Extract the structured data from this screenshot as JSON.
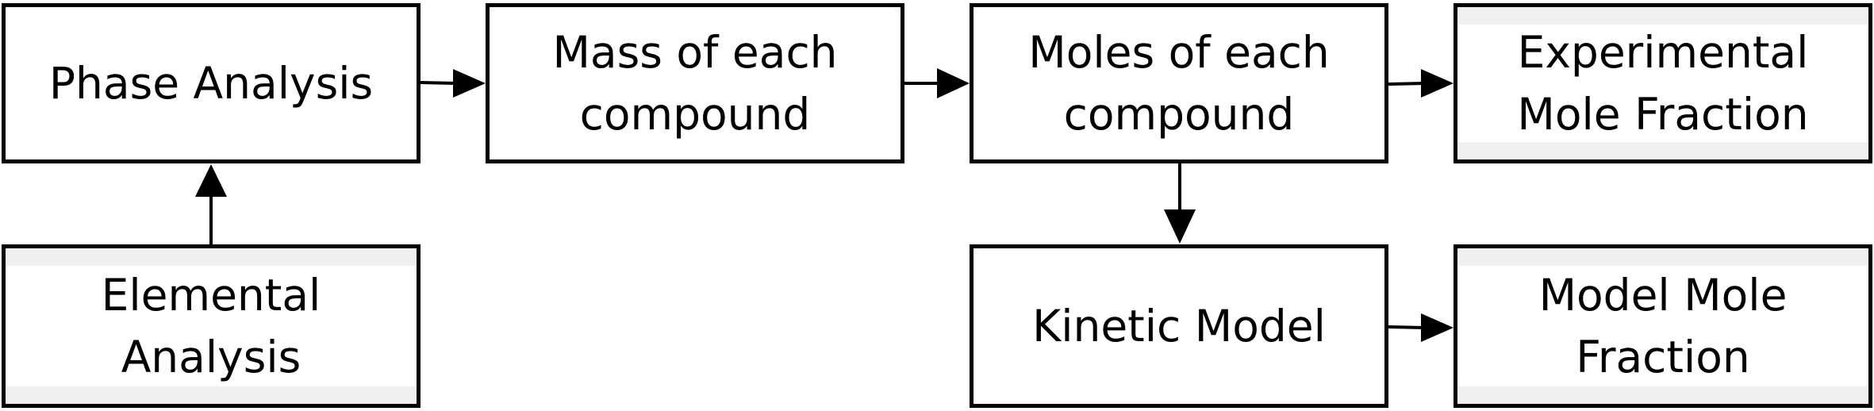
{
  "nodes": {
    "phase_analysis": {
      "lines": [
        "Phase Analysis"
      ]
    },
    "mass_each_compound": {
      "lines": [
        "Mass of each",
        "compound"
      ]
    },
    "moles_each_compound": {
      "lines": [
        "Moles of each",
        "compound"
      ]
    },
    "experimental_mole_fraction": {
      "lines": [
        "Experimental",
        "Mole Fraction"
      ]
    },
    "elemental_analysis": {
      "lines": [
        "Elemental",
        "Analysis"
      ]
    },
    "kinetic_model": {
      "lines": [
        "Kinetic Model"
      ]
    },
    "model_mole_fraction": {
      "lines": [
        "Model Mole",
        "Fraction"
      ]
    }
  },
  "edges": [
    {
      "from": "Phase Analysis",
      "to": "Mass of each compound"
    },
    {
      "from": "Mass of each compound",
      "to": "Moles of each compound"
    },
    {
      "from": "Moles of each compound",
      "to": "Experimental Mole Fraction"
    },
    {
      "from": "Elemental Analysis",
      "to": "Phase Analysis"
    },
    {
      "from": "Moles of each compound",
      "to": "Kinetic Model"
    },
    {
      "from": "Kinetic Model",
      "to": "Model Mole Fraction"
    }
  ],
  "colors": {
    "stroke": "#000000",
    "fill": "#ffffff",
    "band": "#f0f0f0"
  }
}
